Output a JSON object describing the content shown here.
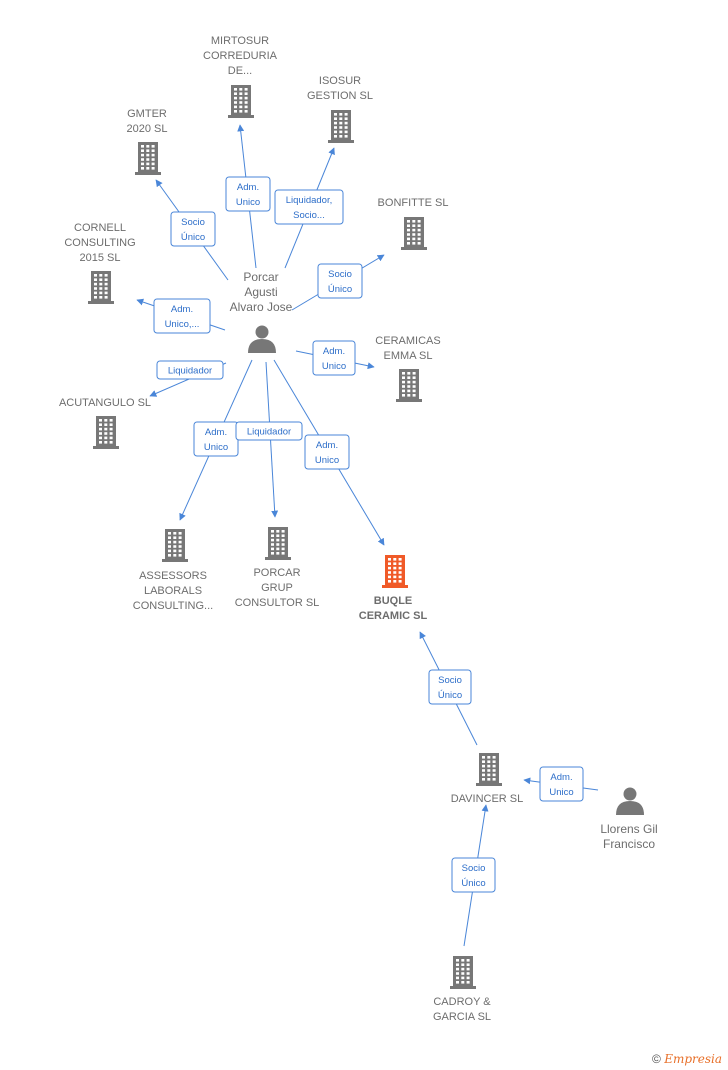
{
  "colors": {
    "edge": "#4a86d8",
    "edge_label": "#2d6ec9",
    "company": "#777777",
    "focus_company": "#f05a28",
    "person": "#777777",
    "label": "#6d6d6d"
  },
  "nodes": [
    {
      "id": "mirtosur",
      "type": "company",
      "icon": "building-icon",
      "lines": [
        "MIRTOSUR",
        "CORREDURIA",
        "DE..."
      ]
    },
    {
      "id": "isosur",
      "type": "company",
      "icon": "building-icon",
      "lines": [
        "ISOSUR",
        "GESTION SL"
      ]
    },
    {
      "id": "gmter",
      "type": "company",
      "icon": "building-icon",
      "lines": [
        "GMTER",
        "2020  SL"
      ]
    },
    {
      "id": "bonfitte",
      "type": "company",
      "icon": "building-icon",
      "lines": [
        "BONFITTE  SL"
      ]
    },
    {
      "id": "cornell",
      "type": "company",
      "icon": "building-icon",
      "lines": [
        "CORNELL",
        "CONSULTING",
        "2015  SL"
      ]
    },
    {
      "id": "porcar_agusti",
      "type": "person",
      "icon": "person-icon",
      "lines": [
        "Porcar",
        "Agusti",
        "Alvaro Jose"
      ]
    },
    {
      "id": "ceramicas_emma",
      "type": "company",
      "icon": "building-icon",
      "lines": [
        "CERAMICAS",
        "EMMA  SL"
      ]
    },
    {
      "id": "acutangulo",
      "type": "company",
      "icon": "building-icon",
      "lines": [
        "ACUTANGULO SL"
      ]
    },
    {
      "id": "assessors",
      "type": "company",
      "icon": "building-icon",
      "lines": [
        "ASSESSORS",
        "LABORALS",
        "CONSULTING..."
      ]
    },
    {
      "id": "porcar_grup",
      "type": "company",
      "icon": "building-icon",
      "lines": [
        "PORCAR",
        "GRUP",
        "CONSULTOR SL"
      ]
    },
    {
      "id": "buqle",
      "type": "focus",
      "icon": "building-icon",
      "lines": [
        "BUQLE",
        "CERAMIC  SL"
      ]
    },
    {
      "id": "davincer",
      "type": "company",
      "icon": "building-icon",
      "lines": [
        "DAVINCER SL"
      ]
    },
    {
      "id": "llorens",
      "type": "person",
      "icon": "person-icon",
      "lines": [
        "Llorens Gil",
        "Francisco"
      ]
    },
    {
      "id": "cadroy",
      "type": "company",
      "icon": "building-icon",
      "lines": [
        "CADROY &",
        "GARCIA SL"
      ]
    }
  ],
  "edges": [
    {
      "from": "porcar_agusti",
      "to": "mirtosur",
      "lines": [
        "Adm.",
        "Unico"
      ]
    },
    {
      "from": "porcar_agusti",
      "to": "isosur",
      "lines": [
        "Liquidador,",
        "Socio..."
      ]
    },
    {
      "from": "porcar_agusti",
      "to": "gmter",
      "lines": [
        "Socio",
        "Único"
      ]
    },
    {
      "from": "porcar_agusti",
      "to": "bonfitte",
      "lines": [
        "Socio",
        "Único"
      ]
    },
    {
      "from": "porcar_agusti",
      "to": "cornell",
      "lines": [
        "Adm.",
        "Unico,..."
      ]
    },
    {
      "from": "porcar_agusti",
      "to": "ceramicas_emma",
      "lines": [
        "Adm.",
        "Unico"
      ]
    },
    {
      "from": "porcar_agusti",
      "to": "acutangulo",
      "lines": [
        "Liquidador"
      ]
    },
    {
      "from": "porcar_agusti",
      "to": "assessors",
      "lines": [
        "Adm.",
        "Unico"
      ]
    },
    {
      "from": "porcar_agusti",
      "to": "porcar_grup",
      "lines": [
        "Liquidador"
      ]
    },
    {
      "from": "porcar_agusti",
      "to": "buqle",
      "lines": [
        "Adm.",
        "Unico"
      ]
    },
    {
      "from": "davincer",
      "to": "buqle",
      "lines": [
        "Socio",
        "Único"
      ]
    },
    {
      "from": "llorens",
      "to": "davincer",
      "lines": [
        "Adm.",
        "Unico"
      ]
    },
    {
      "from": "cadroy",
      "to": "davincer",
      "lines": [
        "Socio",
        "Único"
      ]
    }
  ],
  "footer": {
    "copyright": "©",
    "brand": "Empresia"
  }
}
